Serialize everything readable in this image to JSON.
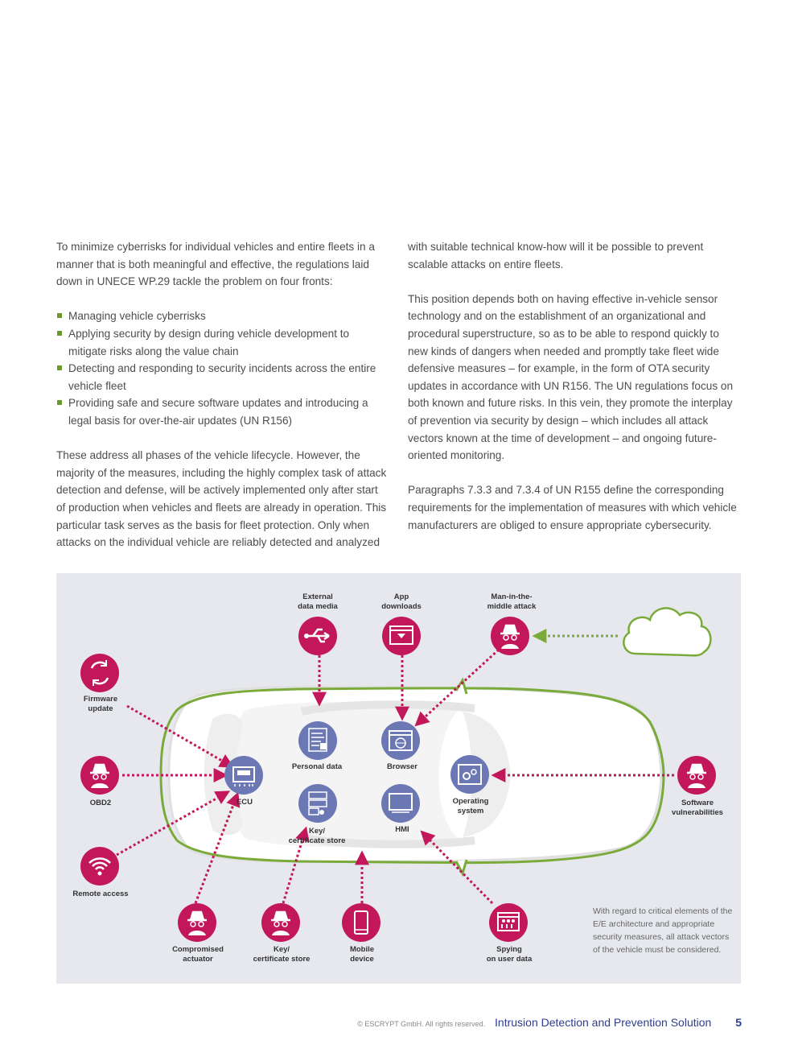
{
  "text": {
    "intro": "To minimize cyberrisks for individual vehicles and entire fleets in a manner that is both meaningful and effective, the regulations laid down in UNECE WP.29 tackle the problem on four fronts:",
    "bullets": [
      "Managing vehicle cyberrisks",
      "Applying security by design during vehicle development to mitigate risks along the value chain",
      "Detecting and responding to security incidents across the entire vehicle fleet",
      "Providing safe and secure software updates and introducing a legal basis for over-the-air updates (UN R156)"
    ],
    "para2": "These address all phases of the vehicle lifecycle. However, the majority of the measures, including the highly complex task of attack detection and defense, will be actively implemented only after start of production when vehicles and fleets are already in operation. This particular task serves as the basis for fleet protection. Only when attacks on the individual vehicle are reliably detected and analyzed",
    "para3": "with suitable technical know-how will it be possible to prevent scalable attacks on entire fleets.",
    "para4": "This position depends both on having effective in-vehicle sensor technology and on the establishment of an organizational and procedural superstructure, so as to be able to respond quickly to new kinds of dangers when needed and promptly take fleet wide defensive measures – for example, in the form of OTA security updates in accordance with UN R156. The UN regulations focus on both known and future risks. In this vein, they promote the interplay of prevention via security by design – which includes all attack vectors known at the time of development – and ongoing future-oriented monitoring.",
    "para5": "Paragraphs 7.3.3 and 7.3.4 of UN R155 define the corresponding requirements for the implementation of measures with which vehicle manufacturers are obliged to ensure appropriate cybersecurity."
  },
  "diagram": {
    "labels": {
      "external": "External\ndata media",
      "app": "App\ndownloads",
      "mitm": "Man-in-the-\nmiddle attack",
      "firmware": "Firmware\nupdate",
      "obd2": "OBD2",
      "remote": "Remote access",
      "personal": "Personal data",
      "browser": "Browser",
      "ecu": "ECU",
      "keystore_in": "Key/\ncertificate store",
      "hmi": "HMI",
      "os": "Operating\nsystem",
      "software": "Software\nvulnerabilities",
      "actuator": "Compromised\nactuator",
      "keystore_out": "Key/\ncertificate store",
      "mobile": "Mobile\ndevice",
      "spying": "Spying\non user data"
    },
    "note": "With regard to critical elements of the E/E architecture and appropriate security measures, all attack vectors of the vehicle must be considered.",
    "colors": {
      "threat": "#c2185b",
      "component": "#6b78b4",
      "car_outline": "#7aab3a",
      "background": "#e6e8ee"
    }
  },
  "footer": {
    "copyright": "© ESCRYPT GmbH. All rights reserved.",
    "title": "Intrusion Detection and Prevention Solution",
    "page": "5"
  }
}
